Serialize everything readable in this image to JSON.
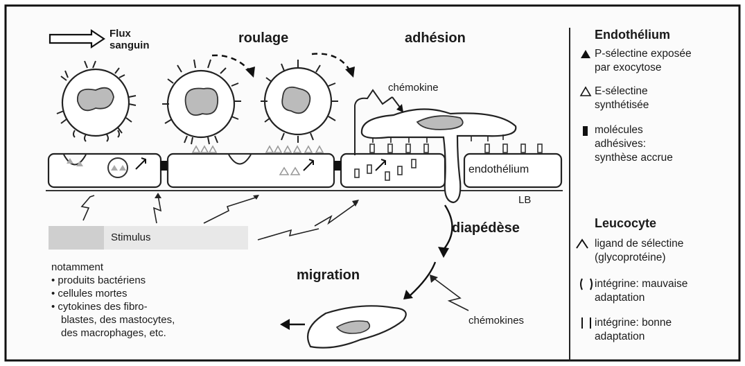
{
  "flow": {
    "line1": "Flux",
    "line2": "sanguin"
  },
  "steps": {
    "rolling": "roulage",
    "adhesion": "adhésion",
    "diapedesis": "diapédèse",
    "migration": "migration"
  },
  "labels": {
    "chemokine_top": "chémokine",
    "endothelium_tissue": "endothélium",
    "basal_lamina": "LB",
    "chemokines_bottom": "chémokines"
  },
  "stimulus": {
    "title": "Stimulus",
    "intro": "notamment",
    "items": [
      "• produits bactériens",
      "• cellules mortes",
      "• cytokines des fibro-",
      "blastes, des mastocytes,",
      "des macrophages, etc."
    ]
  },
  "legend": {
    "endothelium_title": "Endothélium",
    "endothelium_items": [
      {
        "symbol": "▲",
        "lines": [
          "P-sélectine exposée",
          "par exocytose"
        ]
      },
      {
        "symbol": "△",
        "lines": [
          "E-sélectine",
          "synthétisée"
        ]
      },
      {
        "symbol": "▮",
        "lines": [
          "molécules",
          "adhésives:",
          "synthèse accrue"
        ]
      }
    ],
    "leukocyte_title": "Leucocyte",
    "leukocyte_items": [
      {
        "symbol": "∧",
        "lines": [
          "ligand de sélectine",
          "(glycoprotéine)"
        ]
      },
      {
        "symbol": "( )",
        "lines": [
          "intégrine: mauvaise",
          "adaptation"
        ]
      },
      {
        "symbol": "| |",
        "lines": [
          "intégrine: bonne",
          "adaptation"
        ]
      }
    ]
  }
}
